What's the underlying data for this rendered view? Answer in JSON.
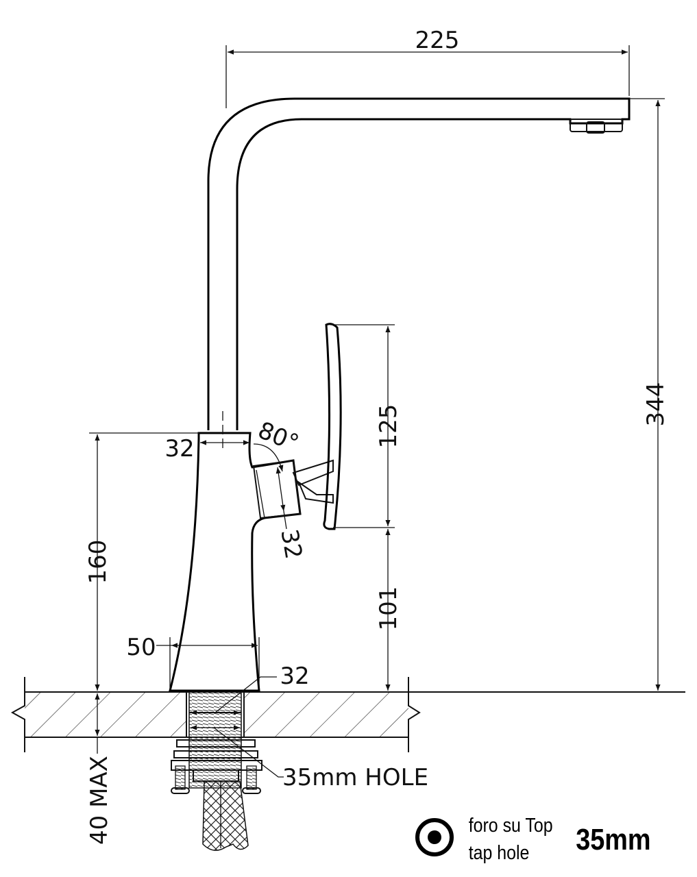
{
  "dimensions": {
    "spout_reach": "225",
    "total_height": "344",
    "spout_width": "32",
    "handle_angle": "80°",
    "handle_body": "32",
    "handle_length": "125",
    "handle_height": "101",
    "body_height": "160",
    "base_width": "50",
    "shank_width": "32",
    "worktop_max": "40 MAX",
    "hole_label": "35mm HOLE"
  },
  "legend": {
    "line1": "foro su Top",
    "line2": "tap hole",
    "size": "35mm"
  },
  "colors": {
    "line": "#111111",
    "background": "#ffffff"
  }
}
